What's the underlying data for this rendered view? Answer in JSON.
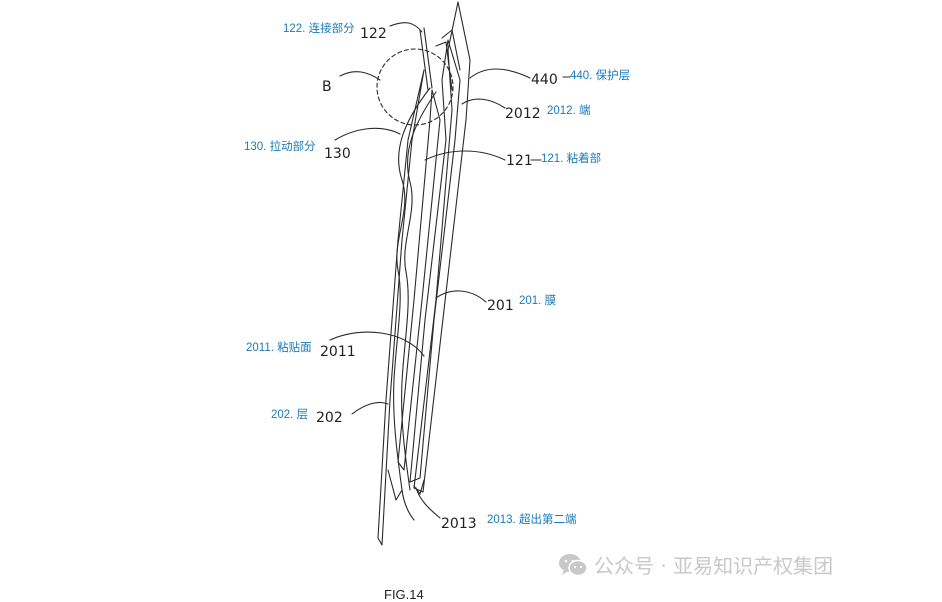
{
  "colors": {
    "annotation": "#1a7ab8",
    "drawing": "#2a2a2a",
    "watermark": "#c8c8c8"
  },
  "annotations": [
    {
      "id": "122",
      "label": "122. 连接部分",
      "ref": "122"
    },
    {
      "id": "B",
      "label": "",
      "ref": "B"
    },
    {
      "id": "440",
      "label": "440. 保护层",
      "ref": "440"
    },
    {
      "id": "2012",
      "label": "2012. 端",
      "ref": "2012"
    },
    {
      "id": "130",
      "label": "130. 拉动部分",
      "ref": "130"
    },
    {
      "id": "121",
      "label": "121. 粘着部",
      "ref": "121"
    },
    {
      "id": "201",
      "label": "201. 膜",
      "ref": "201"
    },
    {
      "id": "2011",
      "label": "2011. 粘贴面",
      "ref": "2011"
    },
    {
      "id": "202",
      "label": "202. 层",
      "ref": "202"
    },
    {
      "id": "2013",
      "label": "2013. 超出第二端",
      "ref": "2013"
    }
  ],
  "caption": "FIG.14",
  "watermark": {
    "icon": "wechat-icon",
    "text": "公众号 · 亚易知识产权集团"
  }
}
